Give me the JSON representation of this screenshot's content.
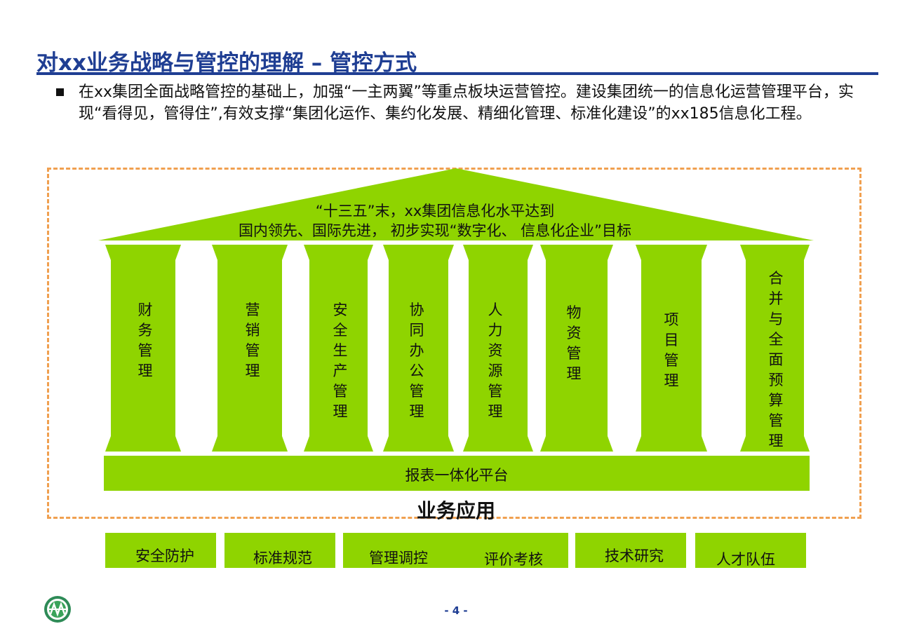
{
  "title": "对xx业务战略与管控的理解 – 管控方式",
  "bullet": "在xx集团全面战略管控的基础上，加强“一主两翼”等重点板块运营管控。建设集团统一的信息化运营管理平台，实现“看得见，管得住”,有效支撑“集团化运作、集约化发展、精细化管理、标准化建设”的xx185信息化工程。",
  "roof": {
    "line1": "“十三五”末，xx集团信息化水平达到",
    "line2": "国内领先、国际先进，  初步实现“数字化、 信息化企业”目标"
  },
  "pillars": [
    "财务管理",
    "营销管理",
    "安全生产管理",
    "协同办公管理",
    "人力资源管理",
    "物资管理",
    "项目管理",
    "合并与全面预算管理"
  ],
  "platform": "报表一体化平台",
  "business_app": "业务应用",
  "base": {
    "security": "安全防护",
    "standards": "标准规范",
    "mgmt_control": "管理调控",
    "evaluation": "评价考核",
    "research": "技术研究",
    "talent": "人才队伍"
  },
  "page_number": "- 4 -",
  "colors": {
    "accent": "#1f3e93",
    "green": "#8fd400",
    "dash": "#f0a050"
  },
  "icons": {
    "bullet": "square-bullet-icon",
    "logo": "company-logo-icon"
  }
}
